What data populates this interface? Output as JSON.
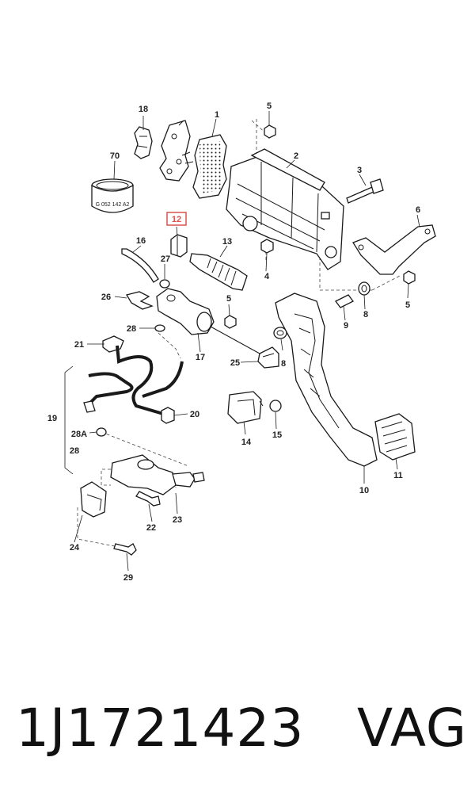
{
  "diagram": {
    "callouts": [
      {
        "id": "c1",
        "text": "1"
      },
      {
        "id": "c2",
        "text": "2"
      },
      {
        "id": "c3",
        "text": "3"
      },
      {
        "id": "c4",
        "text": "4"
      },
      {
        "id": "c5a",
        "text": "5"
      },
      {
        "id": "c5b",
        "text": "5"
      },
      {
        "id": "c5c",
        "text": "5"
      },
      {
        "id": "c6",
        "text": "6"
      },
      {
        "id": "c8a",
        "text": "8"
      },
      {
        "id": "c8b",
        "text": "8"
      },
      {
        "id": "c9",
        "text": "9"
      },
      {
        "id": "c10",
        "text": "10"
      },
      {
        "id": "c11",
        "text": "11"
      },
      {
        "id": "c12",
        "text": "12"
      },
      {
        "id": "c13",
        "text": "13"
      },
      {
        "id": "c14",
        "text": "14"
      },
      {
        "id": "c15",
        "text": "15"
      },
      {
        "id": "c16",
        "text": "16"
      },
      {
        "id": "c17",
        "text": "17"
      },
      {
        "id": "c18",
        "text": "18"
      },
      {
        "id": "c19",
        "text": "19"
      },
      {
        "id": "c20",
        "text": "20"
      },
      {
        "id": "c21",
        "text": "21"
      },
      {
        "id": "c22",
        "text": "22"
      },
      {
        "id": "c23",
        "text": "23"
      },
      {
        "id": "c24",
        "text": "24"
      },
      {
        "id": "c25",
        "text": "25"
      },
      {
        "id": "c26",
        "text": "26"
      },
      {
        "id": "c27",
        "text": "27"
      },
      {
        "id": "c28a",
        "text": "28"
      },
      {
        "id": "c28b",
        "text": "28"
      },
      {
        "id": "c28A",
        "text": "28A"
      },
      {
        "id": "c29",
        "text": "29"
      },
      {
        "id": "c70",
        "text": "70"
      }
    ],
    "product_label": "G 052 142 A2",
    "highlight_color": "#d9534f"
  },
  "caption": {
    "part_number": "1J1721423",
    "brand": "VAG"
  }
}
